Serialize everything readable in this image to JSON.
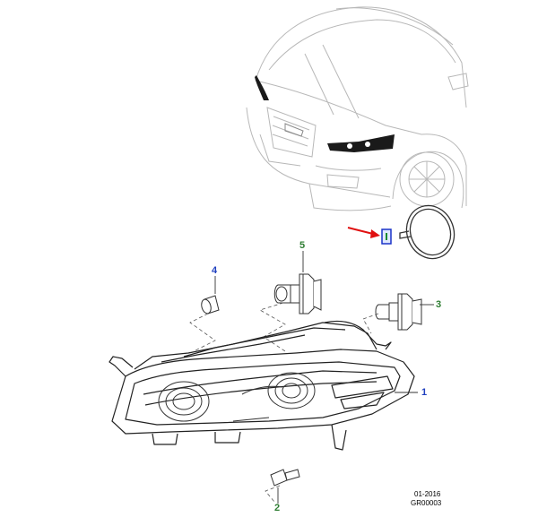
{
  "callouts": {
    "c1": "1",
    "c2": "2",
    "c3": "3",
    "c4": "4",
    "c5": "5"
  },
  "footer": {
    "date": "01-2016",
    "code": "GR00003"
  },
  "colors": {
    "line": "#9a9a9a",
    "dark": "#222222",
    "callout_green": "#2e7d32",
    "callout_blue": "#1f3fbf",
    "pointer_red": "#e01010",
    "highlight_blue": "#1a33c8"
  }
}
